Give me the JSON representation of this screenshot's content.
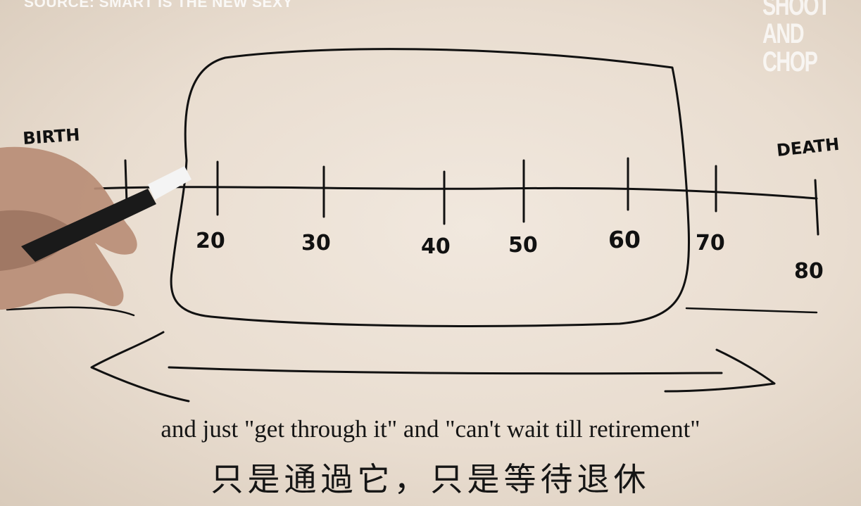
{
  "watermark": {
    "source": "SOURCE: SMART IS THE NEW SEXY",
    "logo_lines": [
      "SHOOT",
      "AND",
      "CHOP"
    ]
  },
  "drawing": {
    "label_start": "BIRTH",
    "label_end": "DEATH",
    "ticks": [
      "20",
      "30",
      "40",
      "50",
      "60",
      "70",
      "80"
    ]
  },
  "subtitles": {
    "english": "and just \"get through it\" and \"can't wait till retirement\"",
    "chinese": "只是通過它，只是等待退休"
  }
}
